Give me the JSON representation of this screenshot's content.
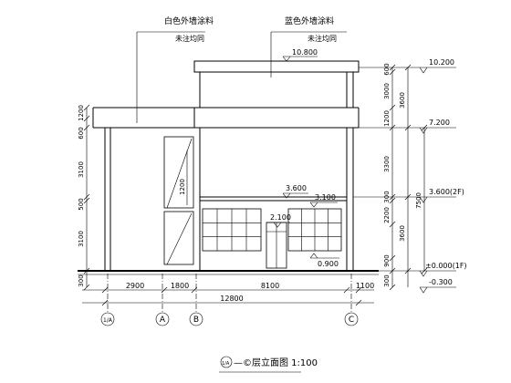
{
  "notes": {
    "white_paint": "白色外墙涂料",
    "white_sub": "未注均同",
    "blue_paint": "蓝色外墙涂料",
    "blue_sub": "未注均同"
  },
  "elevations": {
    "top_parapet": "10.800",
    "roof": "10.200",
    "second_roof": "7.200",
    "floor2": "3.600(2F)",
    "floor1": "±0.000(1F)",
    "ground": "-0.300",
    "canopy": "3.600",
    "canopy2": "3.100",
    "window_top": "2.100",
    "sill": "0.900"
  },
  "dims_left": [
    "1200",
    "600",
    "3100",
    "500",
    "3100",
    "300"
  ],
  "dims_right_a": [
    "600",
    "3000",
    "1200",
    "3300",
    "300",
    "2200",
    "900",
    "300"
  ],
  "dims_right_b": [
    "3600",
    "3600"
  ],
  "dims_right_c": [
    "7500"
  ],
  "dims_mid": [
    "1200"
  ],
  "dims_bottom": [
    "2900",
    "1800",
    "8100",
    "1100"
  ],
  "dims_total": [
    "12800"
  ],
  "axes": [
    "1/A",
    "A",
    "B",
    "C"
  ],
  "title": {
    "prefix": "1/A",
    "text": "—©层立面图 1:100"
  }
}
